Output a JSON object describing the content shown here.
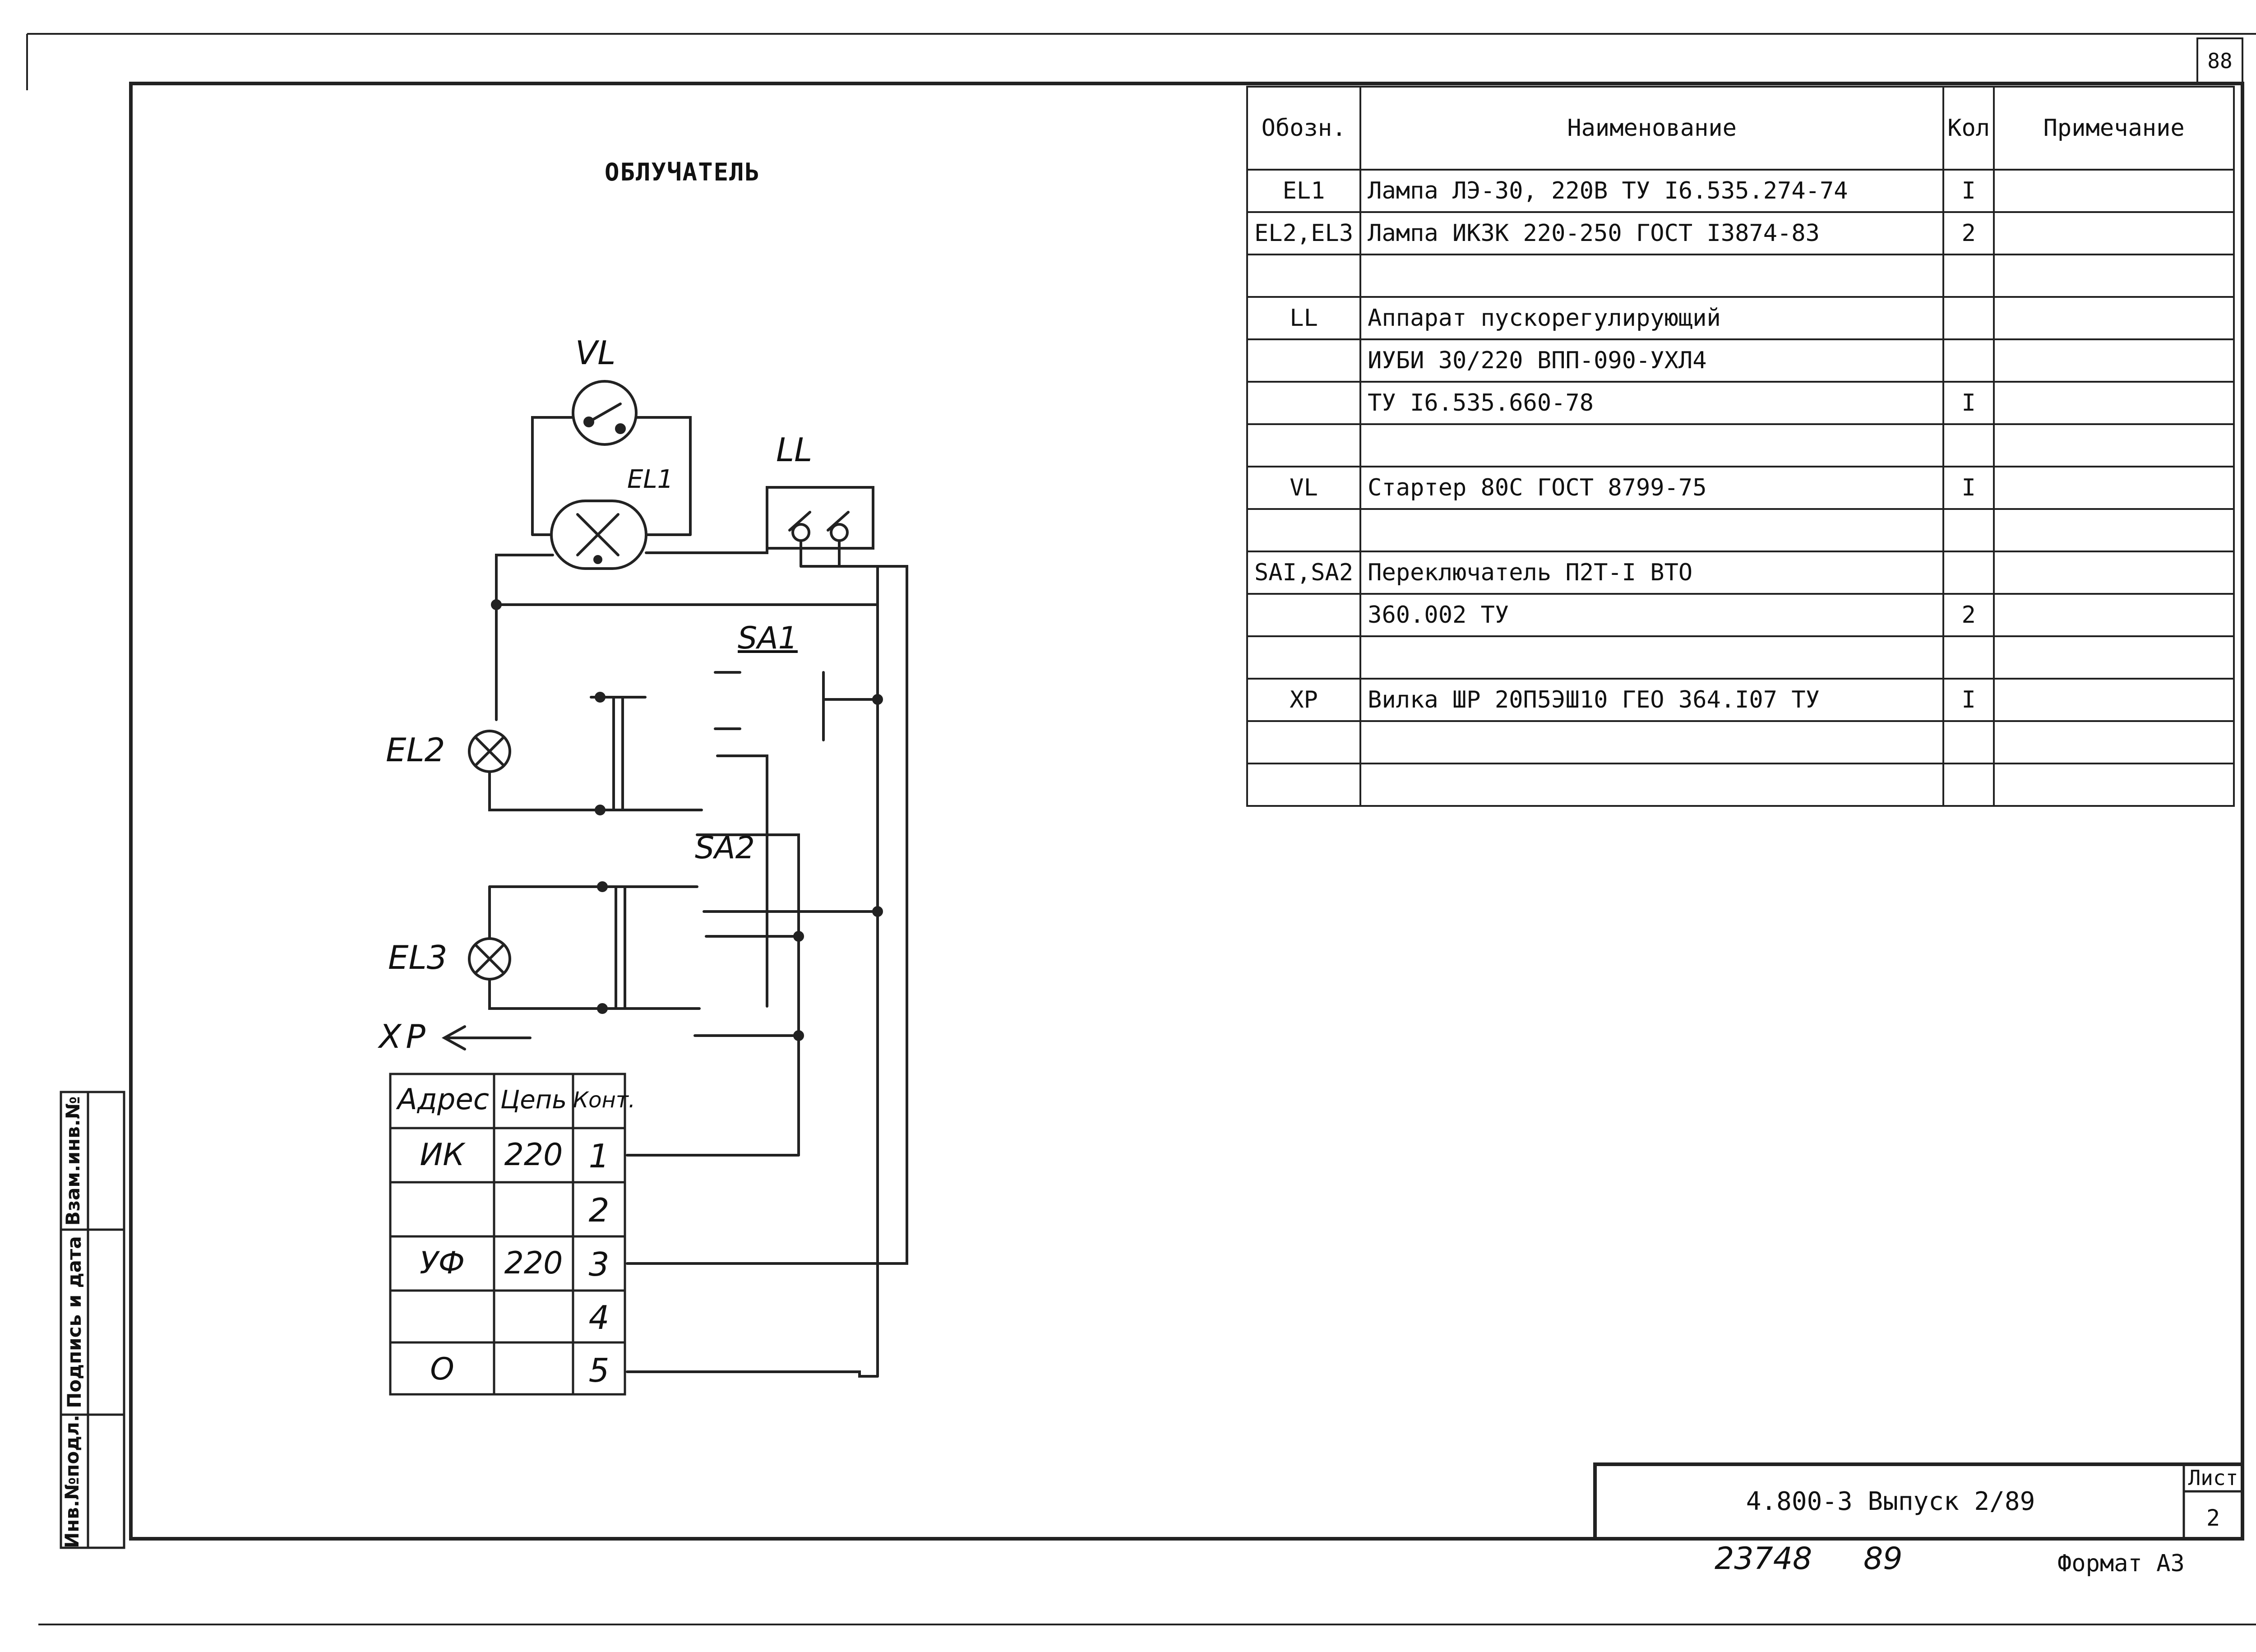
{
  "sheet_number": "88",
  "title": "ОБЛУЧАТЕЛЬ",
  "spec_table": {
    "headers": {
      "designation": "Обозн.",
      "name": "Наименование",
      "qty": "Кол",
      "note": "Примечание"
    },
    "rows": [
      {
        "designation": "EL1",
        "name": "Лампа ЛЭ-30, 220В  ТУ I6.535.274-74",
        "qty": "I",
        "note": ""
      },
      {
        "designation": "EL2,EL3",
        "name": "Лампа ИКЗК 220-250 ГОСТ I3874-83",
        "qty": "2",
        "note": ""
      },
      {
        "designation": "",
        "name": "",
        "qty": "",
        "note": ""
      },
      {
        "designation": "LL",
        "name": "Аппарат пускорегулирующий",
        "qty": "",
        "note": ""
      },
      {
        "designation": "",
        "name": "ИУБИ  30/220  ВПП-090-УХЛ4",
        "qty": "",
        "note": ""
      },
      {
        "designation": "",
        "name": "ТУ I6.535.660-78",
        "qty": "I",
        "note": ""
      },
      {
        "designation": "",
        "name": "",
        "qty": "",
        "note": ""
      },
      {
        "designation": "VL",
        "name": "Стартер  80С  ГОСТ 8799-75",
        "qty": "I",
        "note": ""
      },
      {
        "designation": "",
        "name": "",
        "qty": "",
        "note": ""
      },
      {
        "designation": "SAI,SA2",
        "name": "Переключатель П2Т-I  ВТО",
        "qty": "",
        "note": ""
      },
      {
        "designation": "",
        "name": "360.002  ТУ",
        "qty": "2",
        "note": ""
      },
      {
        "designation": "",
        "name": "",
        "qty": "",
        "note": ""
      },
      {
        "designation": "XP",
        "name": "Вилка ШР 20П5ЭШ10 ГЕО 364.I07 ТУ",
        "qty": "I",
        "note": ""
      },
      {
        "designation": "",
        "name": "",
        "qty": "",
        "note": ""
      },
      {
        "designation": "",
        "name": "",
        "qty": "",
        "note": ""
      }
    ]
  },
  "diagram_labels": {
    "vl": "VL",
    "el1": "EL1",
    "ll": "LL",
    "sa1": "SA1",
    "el2": "EL2",
    "sa2": "SA2",
    "el3": "EL3",
    "xp": "XP"
  },
  "connector_table": {
    "headers": {
      "address": "Адрес",
      "circuit": "Цепь",
      "contact": "Конт."
    },
    "rows": [
      {
        "address": "ИК",
        "circuit": "220",
        "contact": "1"
      },
      {
        "address": "",
        "circuit": "",
        "contact": "2"
      },
      {
        "address": "УФ",
        "circuit": "220",
        "contact": "3"
      },
      {
        "address": "",
        "circuit": "",
        "contact": "4"
      },
      {
        "address": "О",
        "circuit": "",
        "contact": "5"
      }
    ]
  },
  "side_stamp": {
    "inv_podl": "Инв.№подл.",
    "podpis_data": "Подпись и дата",
    "vzam_inv": "Взам.инв.№"
  },
  "title_block": {
    "doc_code": "4.800-3  Выпуск 2/89",
    "sheet_label": "Лист",
    "sheet_value": "2"
  },
  "footer": {
    "handwritten_number": "23748",
    "handwritten_year": "89",
    "format": "Формат А3"
  }
}
